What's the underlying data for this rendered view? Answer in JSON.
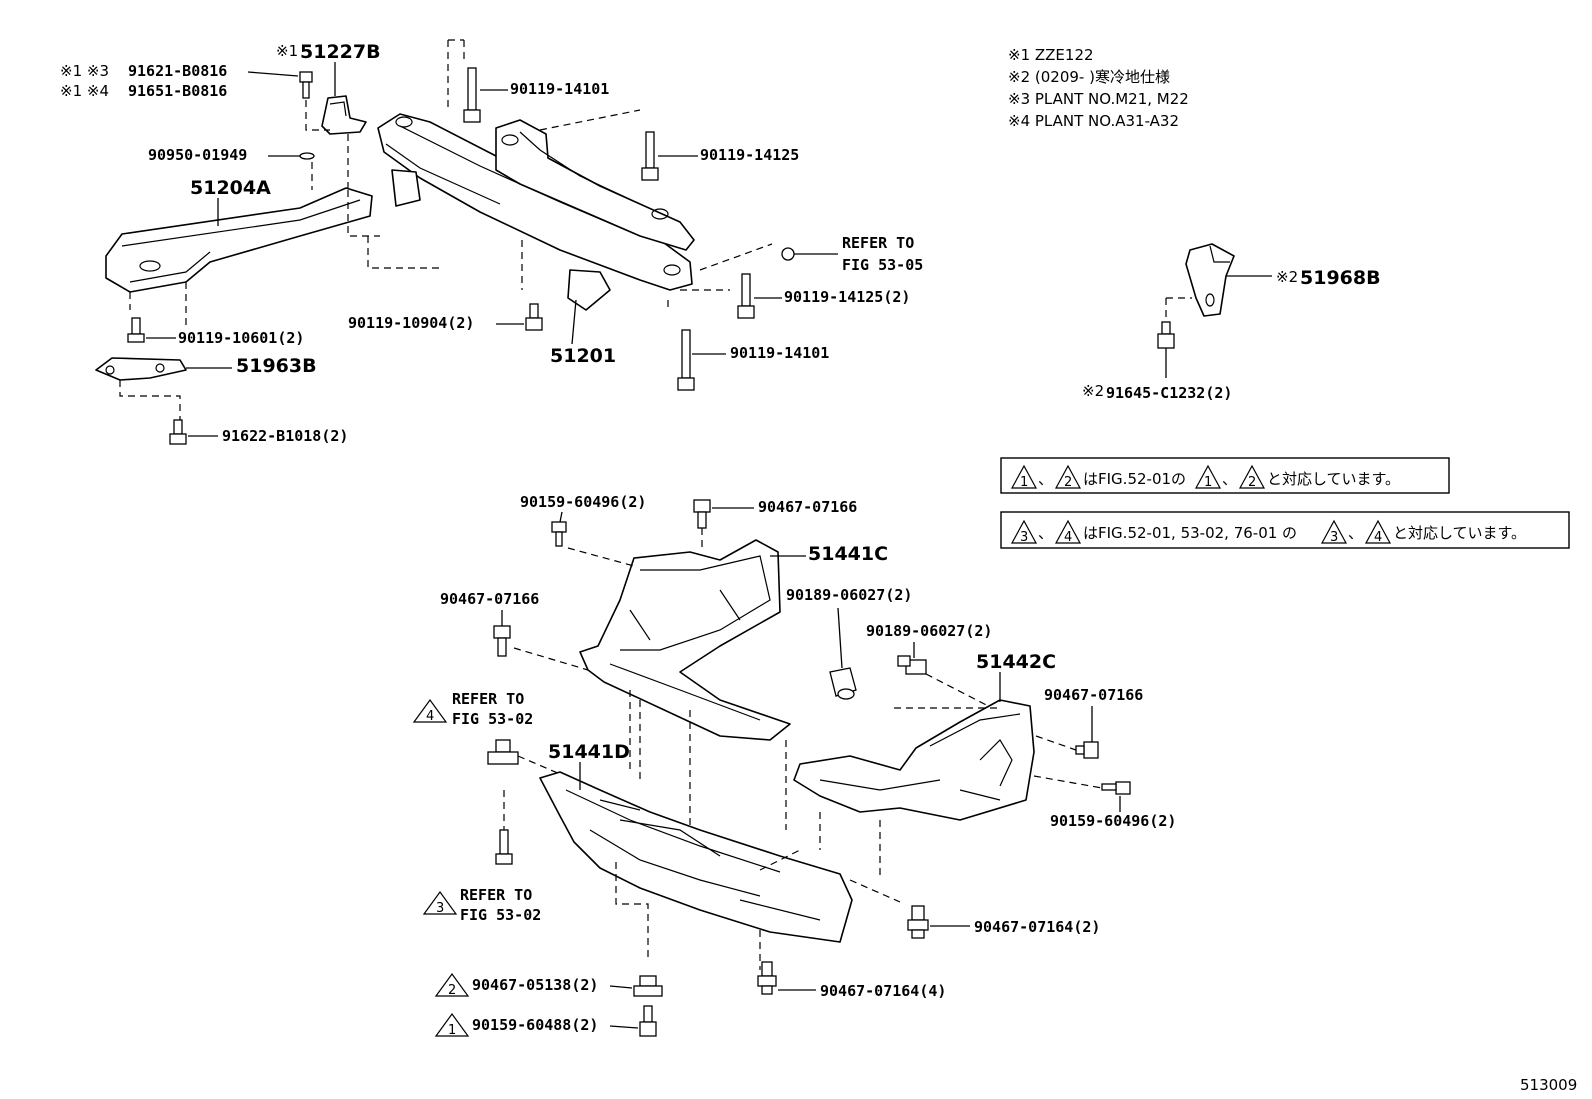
{
  "notes": [
    "※1 ZZE122",
    "※2 (0209-      )寒冷地仕様",
    "※3 PLANT NO.M21, M22",
    "※4 PLANT NO.A31-A32"
  ],
  "figure_number": "513009",
  "references": {
    "box1_tri_a": "1",
    "box1_sep_a": "、",
    "box1_tri_b": "2",
    "box1_text_a": "はFIG.52-01の",
    "box1_tri_c": "1",
    "box1_sep_b": "、",
    "box1_tri_d": "2",
    "box1_text_b": "と対応しています。",
    "box2_tri_a": "3",
    "box2_sep_a": "、",
    "box2_tri_b": "4",
    "box2_text_a": "はFIG.52-01, 53-02, 76-01 の",
    "box2_tri_c": "3",
    "box2_sep_b": "、",
    "box2_tri_d": "4",
    "box2_text_b": "と対応しています。"
  },
  "callouts": {
    "mark1_51227B": "※1",
    "p51227B": "51227B",
    "mark_91621": "※1 ※3",
    "p91621": "91621-B0816",
    "mark_91651": "※1 ※4",
    "p91651": "91651-B0816",
    "p90950": "90950-01949",
    "p51204A": "51204A",
    "p90119_10601": "90119-10601(2)",
    "p51963B": "51963B",
    "p91622": "91622-B1018(2)",
    "p90119_14101_top": "90119-14101",
    "p90119_14125": "90119-14125",
    "refer_fig5305_a": "REFER TO",
    "refer_fig5305_b": "FIG 53-05",
    "p90119_14125_2": "90119-14125(2)",
    "p90119_10904": "90119-10904(2)",
    "p51201": "51201",
    "p90119_14101_bot": "90119-14101",
    "mark_51968B": "※2",
    "p51968B": "51968B",
    "mark_91645": "※2",
    "p91645": "91645-C1232(2)",
    "p90159_60496_top": "90159-60496(2)",
    "p90467_07166_top": "90467-07166",
    "p51441C": "51441C",
    "p90467_07166_left": "90467-07166",
    "p90189_06027_a": "90189-06027(2)",
    "p90189_06027_b": "90189-06027(2)",
    "p51442C": "51442C",
    "p90467_07166_right": "90467-07166",
    "tri4": "4",
    "refer4_a": "REFER TO",
    "refer4_b": "FIG 53-02",
    "p51441D": "51441D",
    "p90159_60496_right": "90159-60496(2)",
    "tri3": "3",
    "refer3_a": "REFER TO",
    "refer3_b": "FIG 53-02",
    "p90467_07164_2": "90467-07164(2)",
    "tri2": "2",
    "p90467_05138": "90467-05138(2)",
    "p90467_07164_4": "90467-07164(4)",
    "tri1": "1",
    "p90159_60488": "90159-60488(2)"
  }
}
